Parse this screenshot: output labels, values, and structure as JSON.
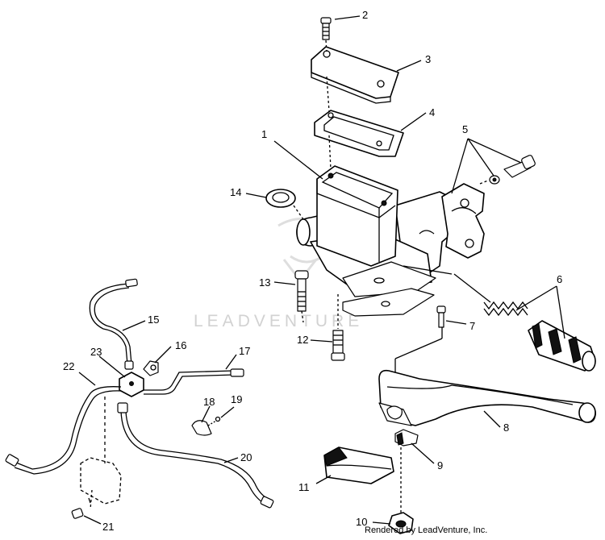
{
  "watermark": "LEADVENTURE",
  "credit": "Rendered by LeadVenture, Inc.",
  "callouts": [
    "1",
    "2",
    "3",
    "4",
    "5",
    "6",
    "7",
    "8",
    "9",
    "10",
    "11",
    "12",
    "13",
    "14",
    "15",
    "16",
    "17",
    "18",
    "19",
    "20",
    "21",
    "22",
    "23"
  ]
}
